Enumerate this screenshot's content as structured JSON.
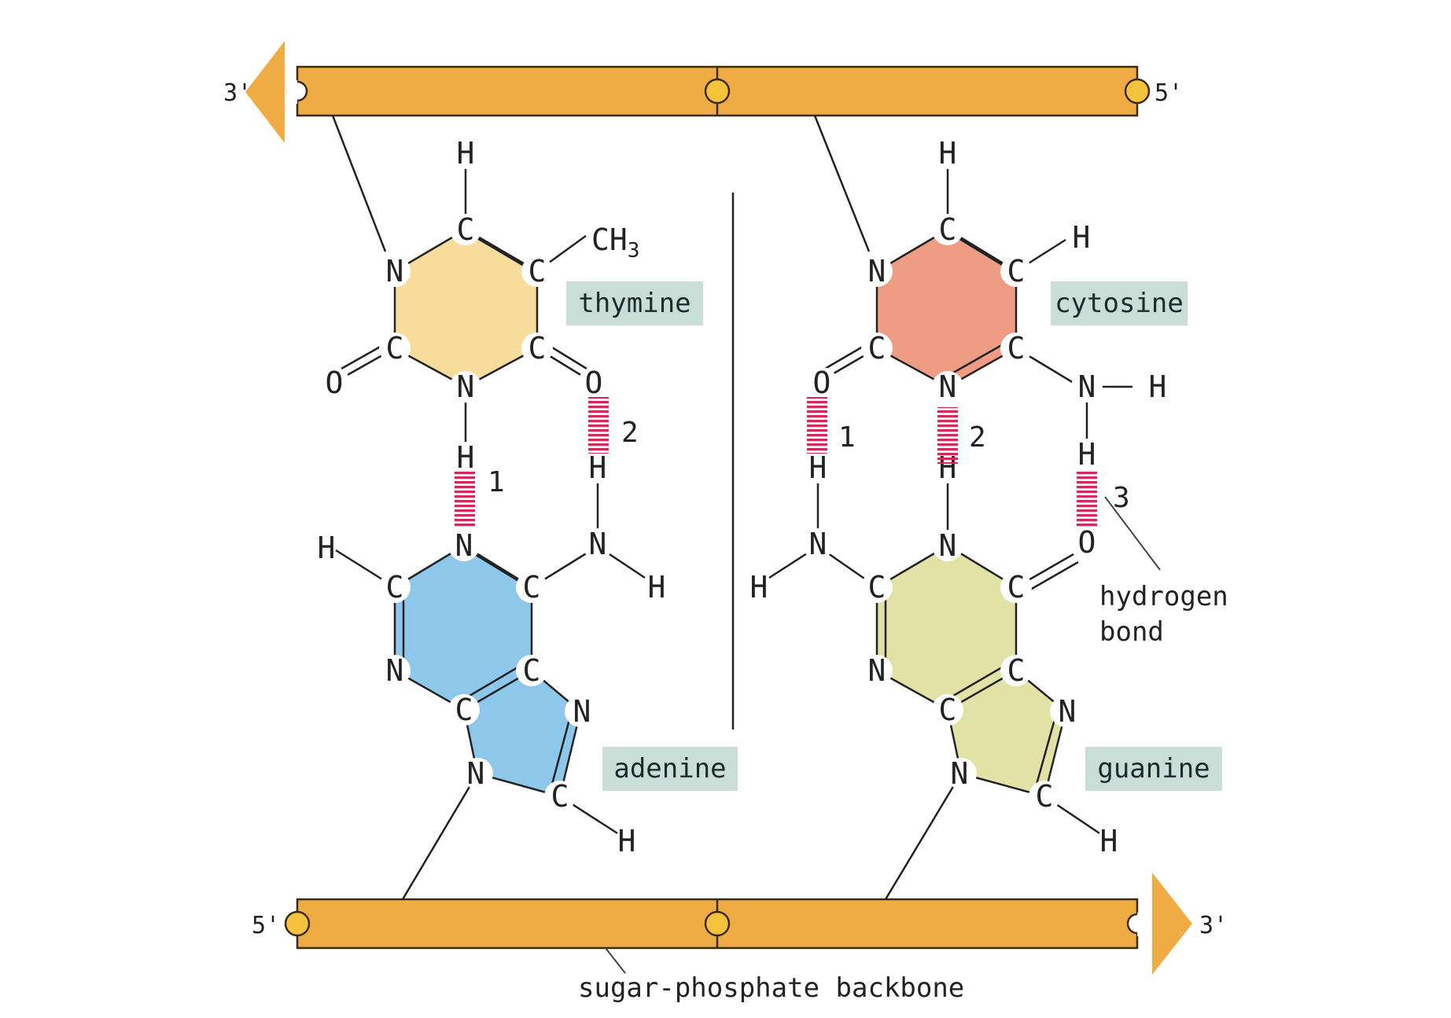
{
  "strands": {
    "top": {
      "left_end": "3'",
      "right_end": "5'"
    },
    "bottom": {
      "left_end": "5'",
      "right_end": "3'"
    }
  },
  "bases": {
    "thymine": "thymine",
    "adenine": "adenine",
    "cytosine": "cytosine",
    "guanine": "guanine"
  },
  "bond_numbers": {
    "at_1": "1",
    "at_2": "2",
    "gc_1": "1",
    "gc_2": "2",
    "gc_3": "3"
  },
  "labels": {
    "hydrogen_bond_line1": "hydrogen",
    "hydrogen_bond_line2": "bond",
    "backbone": "sugar-phosphate backbone"
  },
  "atoms": {
    "H": "H",
    "C": "C",
    "N": "N",
    "O": "O",
    "CH3": "CH3"
  },
  "colors": {
    "backbone": "#F0AC44",
    "backbone_stroke": "#3a2a10",
    "phosphate": "#F5C33B",
    "thymine_fill": "#F8DC9C",
    "adenine_fill": "#8DC7EA",
    "cytosine_fill": "#EE9C83",
    "guanine_fill": "#E2E1A6",
    "label_box": "#C9DED6",
    "hbond": "#D02B5A"
  }
}
